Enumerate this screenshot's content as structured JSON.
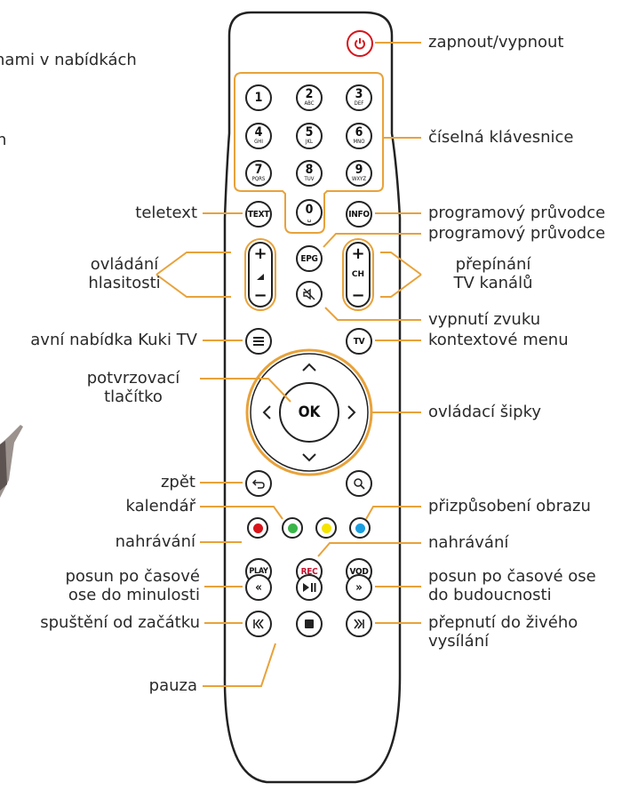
{
  "labels": {
    "power": "zapnout/vypnout",
    "numpad": "číselná klávesnice",
    "epg_info": "programový průvodce",
    "epg": "programový průvodce",
    "channels_1": "přepínání",
    "channels_2": "TV kanálů",
    "mute": "vypnutí zvuku",
    "context": "kontextové menu",
    "arrows": "ovládací šipky",
    "color": "přizpůsobení obrazu",
    "rec": "nahrávání",
    "forward_1": "posun po časové ose",
    "forward_2": "do budoucnosti",
    "live_1": "přepnutí do živého",
    "live_2": "vysílání",
    "menu_top": "nami v nabídkách",
    "menu_mid": "n",
    "teletext": "teletext",
    "volume_1": "ovládání",
    "volume_2": "hlasitosti",
    "main_menu": "avní nabídka Kuki TV",
    "ok_1": "potvrzovací",
    "ok_2": "tlačítko",
    "back": "zpět",
    "calendar": "kalendář",
    "record": "nahrávání",
    "rewind_1": "posun po časové",
    "rewind_2": "ose do minulosti",
    "restart": "spuštění od začátku",
    "pause": "pauza"
  },
  "buttons": {
    "num1": "1",
    "num2": "2",
    "num2_sub": "ABC",
    "num3": "3",
    "num3_sub": "DEF",
    "num4": "4",
    "num4_sub": "GHI",
    "num5": "5",
    "num5_sub": "JKL",
    "num6": "6",
    "num6_sub": "MNO",
    "num7": "7",
    "num7_sub": "PQRS",
    "num8": "8",
    "num8_sub": "TUV",
    "num9": "9",
    "num9_sub": "WXYZ",
    "num0": "0",
    "text": "TEXT",
    "info": "INFO",
    "epg": "EPG",
    "plus": "+",
    "minus": "−",
    "ch": "CH",
    "tv": "TV",
    "ok": "OK",
    "play": "PLAY",
    "rec": "REC",
    "vod": "VOD"
  },
  "colors": {
    "accent": "#e8a23a",
    "red": "#d7141a",
    "green": "#3ab54a",
    "yellow": "#f5e400",
    "blue": "#1b9ee0",
    "rec_text": "#c8102e"
  },
  "icons": [
    "power-icon",
    "volume-icon",
    "mute-icon",
    "menu-icon",
    "arrow-up-icon",
    "arrow-down-icon",
    "arrow-left-icon",
    "arrow-right-icon",
    "back-icon",
    "search-icon",
    "rewind-icon",
    "play-pause-icon",
    "fast-forward-icon",
    "skip-back-icon",
    "stop-icon",
    "skip-forward-icon"
  ]
}
